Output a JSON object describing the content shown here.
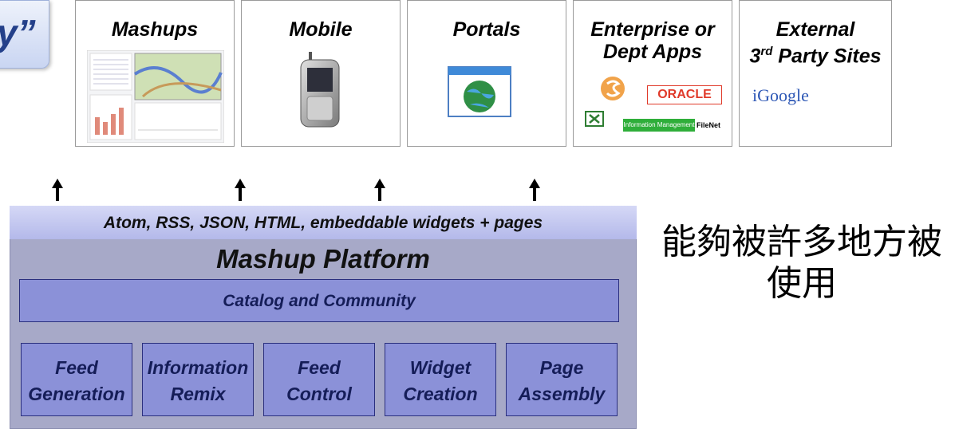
{
  "badge_text": "y”",
  "consumers": [
    {
      "title": "Mashups"
    },
    {
      "title": "Mobile"
    },
    {
      "title": "Portals"
    },
    {
      "title": "Enterprise or Dept Apps",
      "logos": {
        "oracle": "ORACLE",
        "im": "Information Management",
        "filenet": "FileNet"
      }
    },
    {
      "title_line1": "External",
      "title_line2_sup": "rd",
      "title_line2_pre": "3",
      "title_line2_post": " Party Sites",
      "logos": {
        "igoogle": "iGoogle"
      }
    }
  ],
  "protocols": "Atom, RSS, JSON, HTML, embeddable widgets + pages",
  "platform_title": "Mashup Platform",
  "catalog": "Catalog and Community",
  "modules": [
    {
      "line1": "Feed",
      "line2": "Generation"
    },
    {
      "line1": "Information",
      "line2": "Remix"
    },
    {
      "line1": "Feed",
      "line2": "Control"
    },
    {
      "line1": "Widget",
      "line2": "Creation"
    },
    {
      "line1": "Page",
      "line2": "Assembly"
    }
  ],
  "caption_line1": "能夠被許多地方被",
  "caption_line2": "使用",
  "colors": {
    "platform": "#a7a9c8",
    "module": "#8b91d8",
    "module_border": "#2a2f7e",
    "band": "#c5c9f2"
  }
}
